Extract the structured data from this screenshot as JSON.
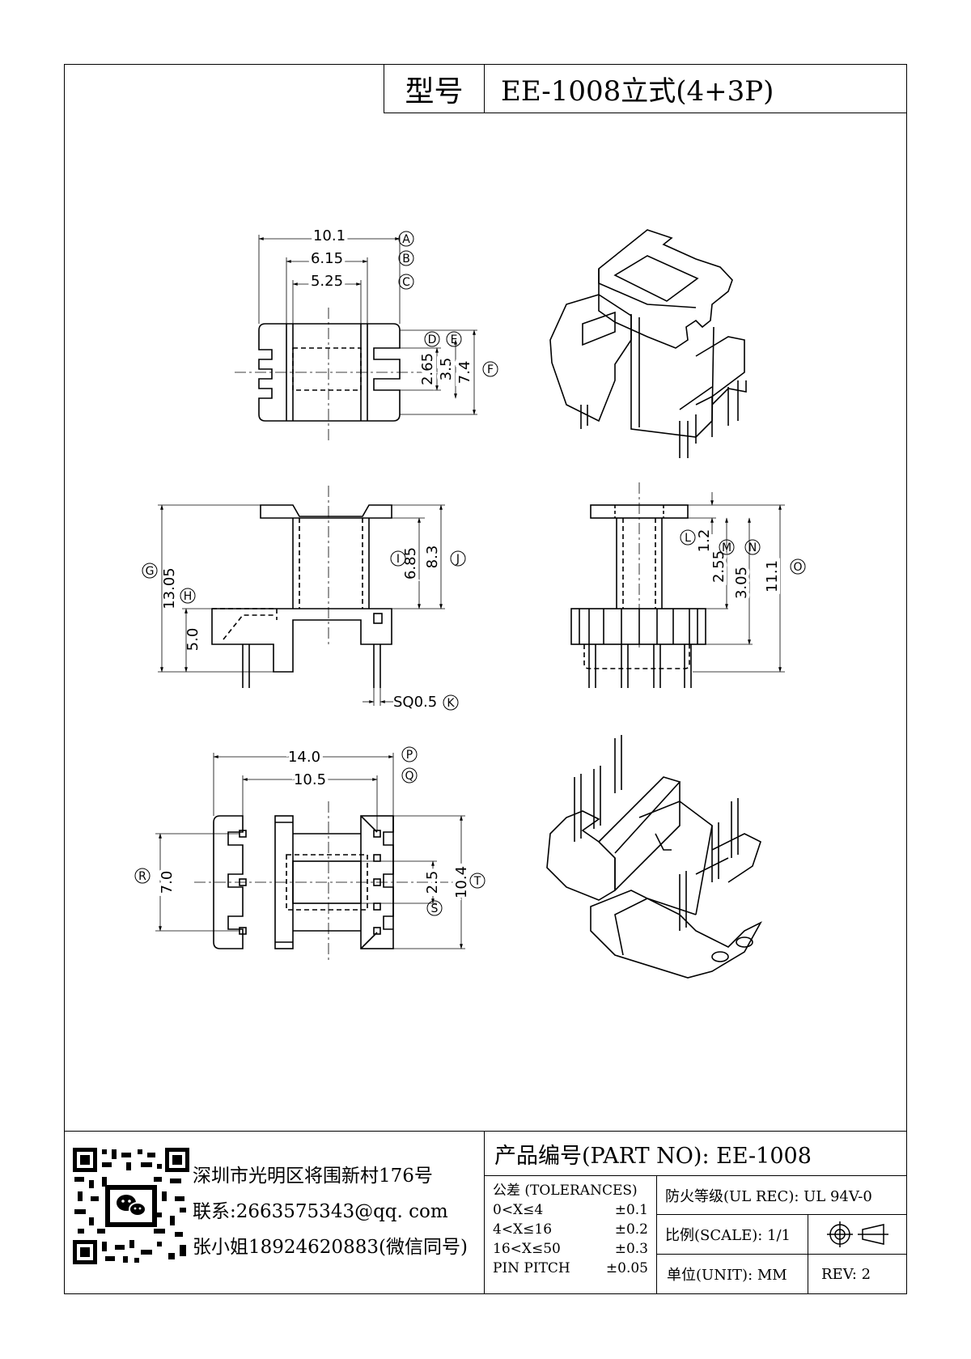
{
  "title_block": {
    "model_label": "型号",
    "model_value": "EE-1008立式(4+3P)"
  },
  "views": {
    "top": {
      "dims": [
        "10.1",
        "6.15",
        "5.25",
        "2.65",
        "3.5",
        "7.4"
      ],
      "callouts": [
        "A",
        "B",
        "C",
        "D",
        "E",
        "F"
      ]
    },
    "front": {
      "dims": [
        "13.05",
        "5.0",
        "6.85",
        "8.3"
      ],
      "pin": "SQ0.5",
      "callouts": [
        "G",
        "H",
        "I",
        "J",
        "K"
      ]
    },
    "side": {
      "dims": [
        "1.2",
        "2.55",
        "3.05",
        "11.1"
      ],
      "callouts": [
        "L",
        "M",
        "N",
        "O"
      ]
    },
    "bottom": {
      "dims": [
        "14.0",
        "10.5",
        "7.0",
        "2.5",
        "10.4"
      ],
      "callouts": [
        "P",
        "Q",
        "R",
        "S",
        "T"
      ]
    }
  },
  "footer": {
    "qr_icon": "wechat-icon",
    "address": "深圳市光明区将围新村176号",
    "contact": "联系:2663575343@qq. com",
    "person": "张小姐18924620883(微信同号)",
    "part_no": "产品编号(PART NO): EE-1008",
    "tol_title": "公差 (TOLERANCES)",
    "tol_rows": [
      {
        "range": "0<X≤4",
        "value": "±0.1"
      },
      {
        "range": "4<X≤16",
        "value": "±0.2"
      },
      {
        "range": "16<X≤50",
        "value": "±0.3"
      },
      {
        "range": "PIN PITCH",
        "value": "±0.05"
      }
    ],
    "fire_rating": "防火等级(UL REC): UL 94V-0",
    "scale": "比例(SCALE): 1/1",
    "unit": "单位(UNIT): MM",
    "rev": "REV: 2"
  }
}
